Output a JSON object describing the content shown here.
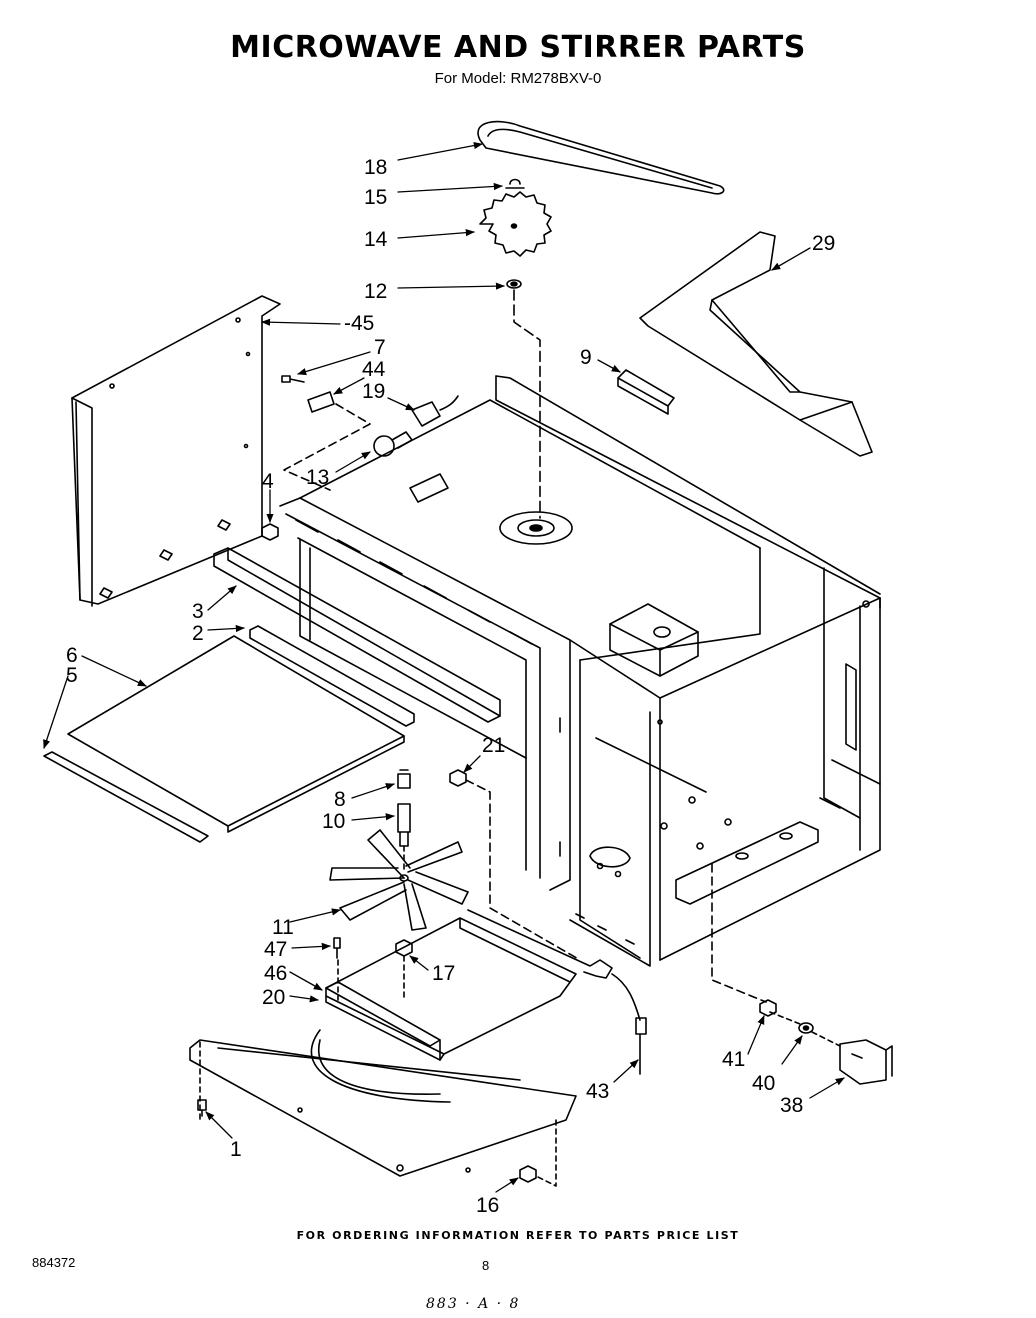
{
  "title": "MICROWAVE AND STIRRER PARTS",
  "subtitle": "For Model: RM278BXV-0",
  "footer": "FOR ORDERING INFORMATION REFER TO PARTS PRICE LIST",
  "doc_number": "884372",
  "page_number": "8",
  "handwritten_note": "883 · A · 8",
  "callouts": {
    "c18": "18",
    "c15": "15",
    "c14": "14",
    "c12": "12",
    "c29": "29",
    "c45": "-45",
    "c7": "7",
    "c44": "44",
    "c19": "19",
    "c9": "9",
    "c13": "13",
    "c4": "4",
    "c3": "3",
    "c2": "2",
    "c6": "6",
    "c5": "5",
    "c21": "21",
    "c8": "8",
    "c10": "10",
    "c11": "11",
    "c47": "47",
    "c17": "17",
    "c46": "46",
    "c20": "20",
    "c41": "41",
    "c40": "40",
    "c38": "38",
    "c43": "43",
    "c1": "1",
    "c16": "16"
  }
}
